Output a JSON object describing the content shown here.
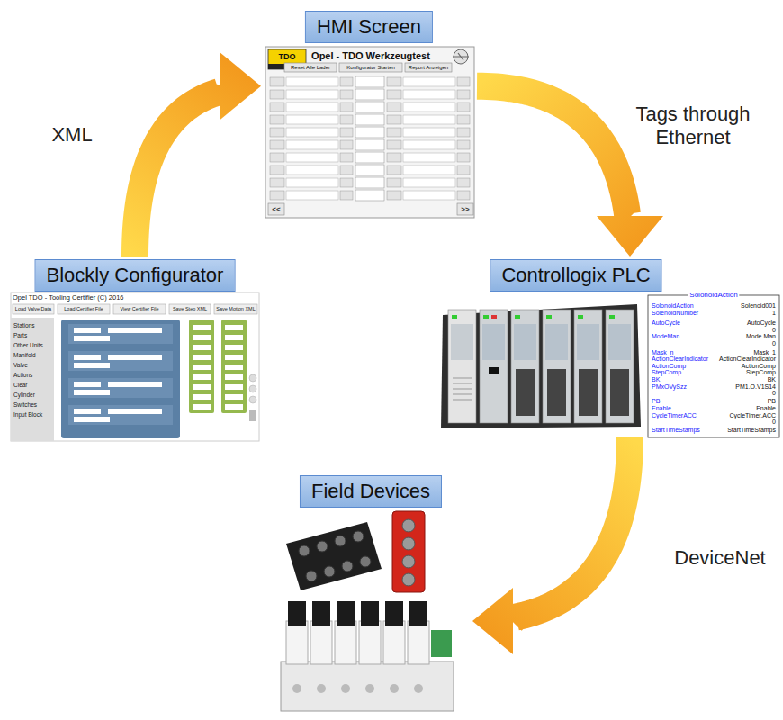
{
  "diagram": {
    "nodes": [
      {
        "text": [
          "HMI Screen"
        ]
      },
      {
        "text": [
          "Controllogix PLC"
        ]
      },
      {
        "text": [
          "Field Devices"
        ]
      },
      {
        "text": [
          "Blockly Configurator"
        ]
      }
    ],
    "edges": [
      {
        "from": 3,
        "to": 0,
        "arrow": "to",
        "label": "XML"
      },
      {
        "from": 0,
        "to": 1,
        "arrow": "to",
        "label": "Tags through Ethernet"
      },
      {
        "from": 1,
        "to": 2,
        "arrow": "to",
        "label": "DeviceNet"
      }
    ],
    "labels": [
      "TDO",
      "Opel - TDO Werkzeugtest",
      "Reset Alle Lader",
      "Konfigurator Starten",
      "Report Anzeigen",
      "<<",
      ">>",
      "Opel TDO - Tooling Certifier (C) 2016",
      "Load Valve Data",
      "Load Certifier File",
      "View Certifier File",
      "Save Step XML",
      "Save Motion XML",
      "Stations",
      "Parts",
      "Other Units",
      "Manifold",
      "Valve",
      "Actions",
      "Clear",
      "Cylinder",
      "Switches",
      "Input Block",
      "SolonoidAction",
      "SolonoidAction",
      "Solenoid001",
      "SolenoidNumber",
      "1",
      "AutoCycle",
      "AutoCycle",
      "0",
      "ModeMan",
      "Mode.Man",
      "0",
      "Mask_n",
      "Mask_1",
      "ActionClearIndicator",
      "ActionClearIndicator",
      "ActionComp",
      "ActionComp",
      "StepComp",
      "StepComp",
      "BK",
      "BK",
      "PMxOVySzz",
      "PM1.O.V1S14",
      "0",
      "PB",
      "PB",
      "Enable",
      "Enable",
      "CycleTimerACC",
      "CycleTimer.ACC",
      "0",
      "StartTimeStamps",
      "StartTimeStamps"
    ]
  }
}
